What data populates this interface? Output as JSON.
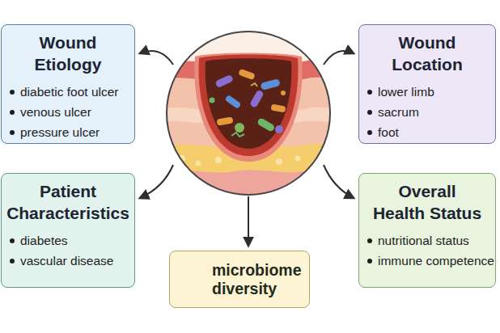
{
  "diagram": {
    "nodes": [
      {
        "text": [
          "Wound Etiology",
          "diabetic foot ulcer",
          "venous ulcer",
          "pressure ulcer"
        ]
      },
      {
        "text": [
          "Wound Location",
          "lower limb",
          "sacrum",
          "foot"
        ]
      },
      {
        "text": [
          "Patient Characteristics",
          "diabetes",
          "vascular disease"
        ]
      },
      {
        "text": [
          "Overall Health Status",
          "nutritional status",
          "immune competence"
        ]
      },
      {
        "text": [
          "microbiome diversity"
        ]
      }
    ]
  }
}
